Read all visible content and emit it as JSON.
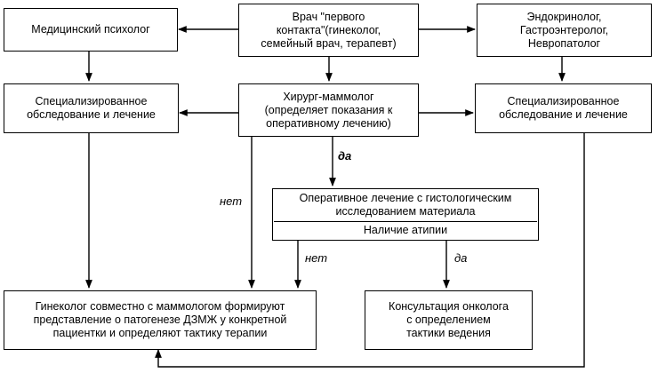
{
  "diagram": {
    "primary_doctor": "Врач \"первого\nконтакта\"(гинеколог,\nсемейный врач, терапевт)",
    "psychologist": "Медицинский психолог",
    "specialists": "Эндокринолог,\nГастроэнтеролог,\nНевропатолог",
    "special_exam_left": "Специализированное\nобследование и лечение",
    "surgeon_mammologist": "Хирург-маммолог\n(определяет показания к\nоперативному лечению)",
    "special_exam_right": "Специализированное\nобследование и лечение",
    "surgery_text": "Оперативное лечение с гистологическим\nисследованием материала",
    "atypia_text": "Наличие атипии",
    "gynecologist_joint": "Гинеколог совместно с маммологом формируют\nпредставление о патогенезе ДЗМЖ у конкретной\nпациентки и определяют тактику терапии",
    "oncologist": "Консультация онколога\nс определением\nтактики ведения",
    "label_yes_1": "да",
    "label_no_1": "нет",
    "label_no_2": "нет",
    "label_yes_2": "да"
  },
  "colors": {
    "line": "#000000",
    "background": "#ffffff"
  }
}
